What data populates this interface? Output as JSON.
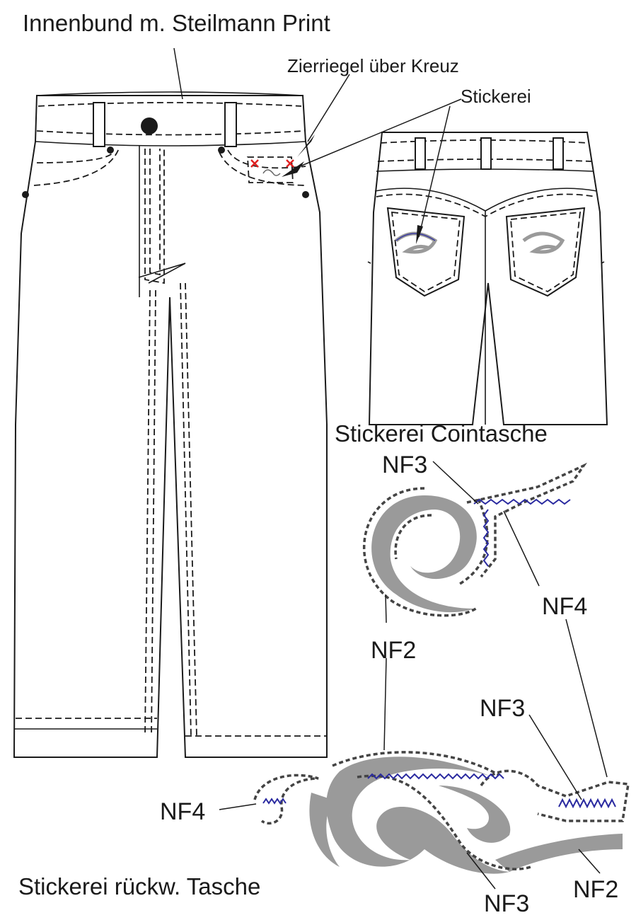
{
  "labels": {
    "waistband": "Innenbund m. Steilmann Print",
    "bartack": "Zierriegel über Kreuz",
    "embroidery": "Stickerei",
    "coin_pocket_embroidery": "Stickerei Cointasche",
    "back_pocket_embroidery": "Stickerei rückw. Tasche"
  },
  "thread_codes": {
    "coin_nf3": "NF3",
    "coin_nf4": "NF4",
    "coin_nf2": "NF2",
    "back_nf3_upper": "NF3",
    "back_nf4": "NF4",
    "back_nf3_lower": "NF3",
    "back_nf2": "NF2"
  },
  "colors": {
    "embroidery_gray": "#9a9a9a",
    "thread_blue": "#2a2aa0",
    "bartack_red": "#e02020"
  }
}
